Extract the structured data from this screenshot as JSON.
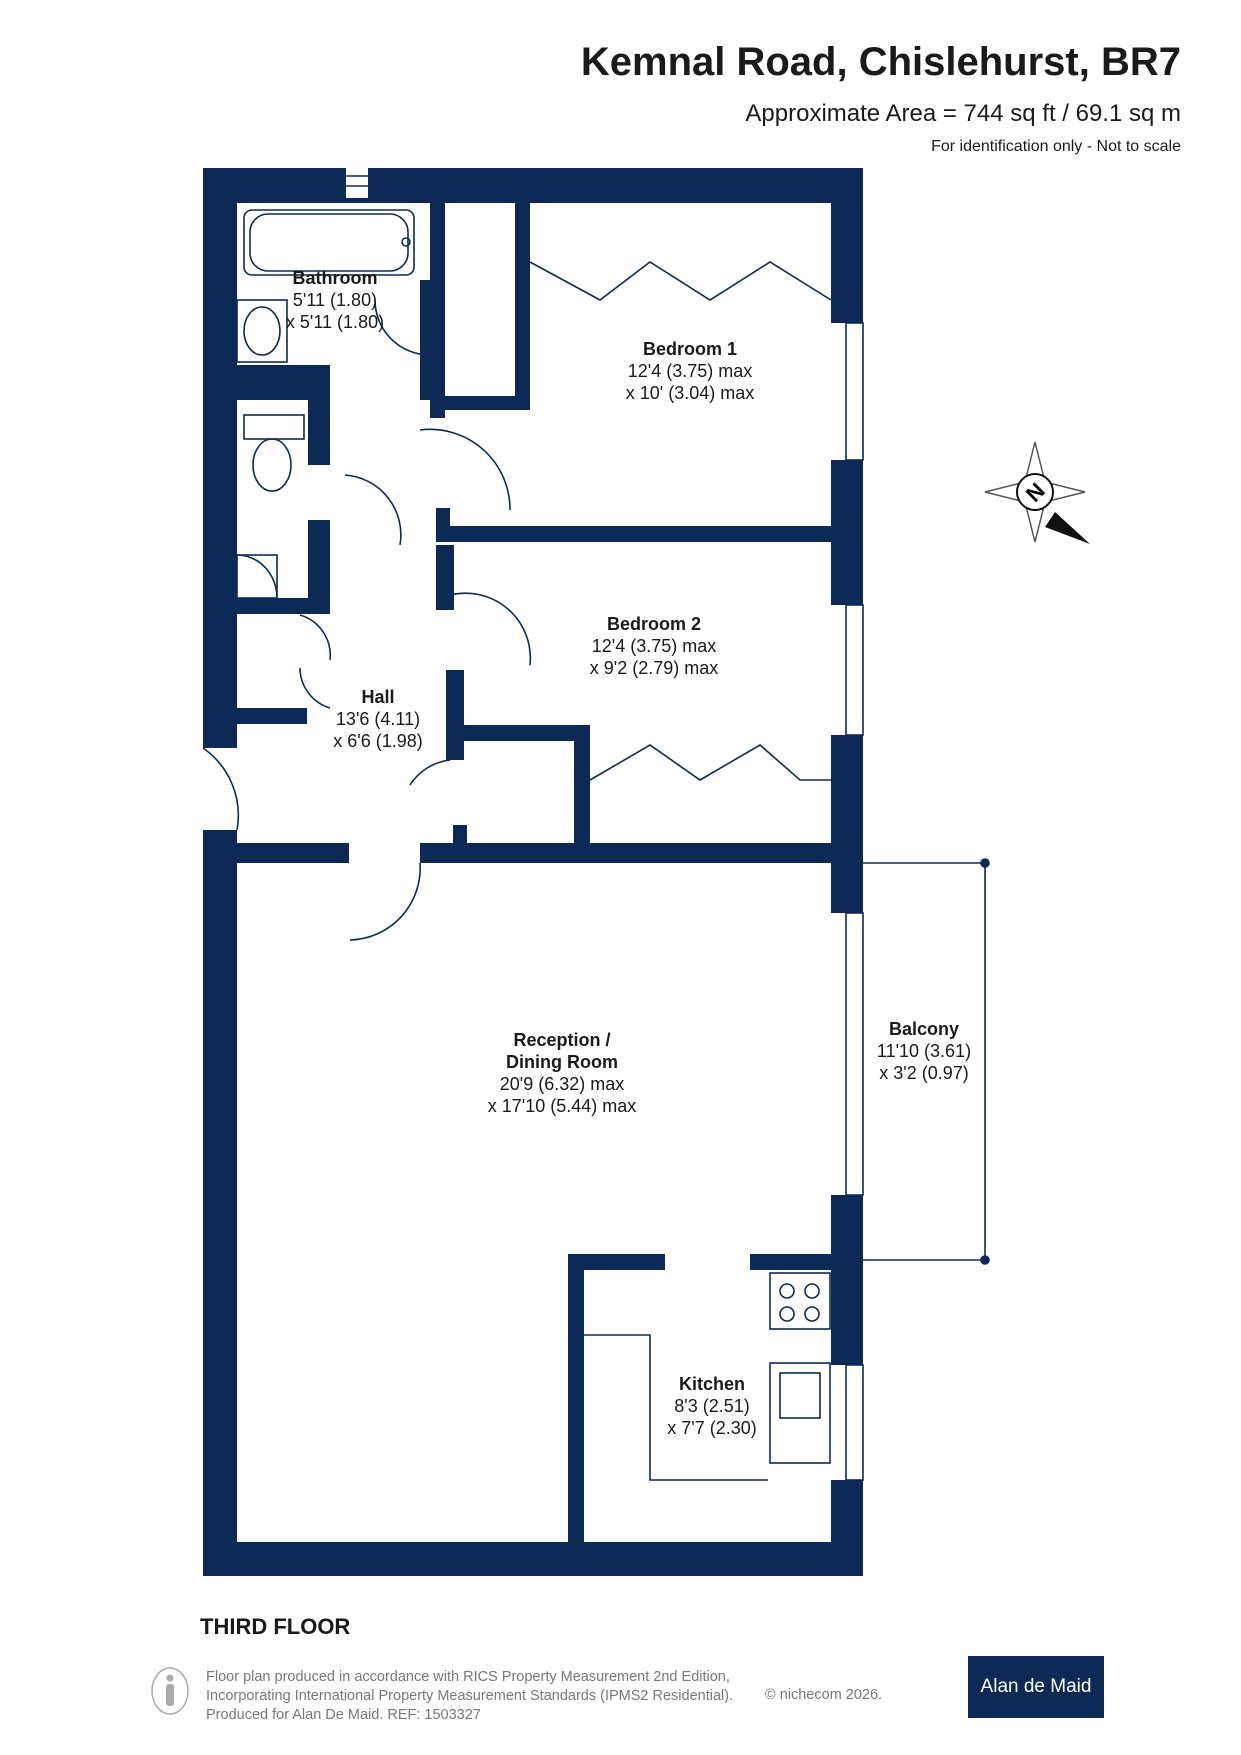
{
  "header": {
    "title": "Kemnal Road, Chislehurst, BR7",
    "area": "Approximate Area = 744 sq ft / 69.1 sq m",
    "note": "For identification only - Not to scale"
  },
  "rooms": {
    "bathroom": {
      "name": "Bathroom",
      "dim1": "5'11 (1.80)",
      "dim2": "x 5'11 (1.80)"
    },
    "bedroom1": {
      "name": "Bedroom 1",
      "dim1": "12'4 (3.75) max",
      "dim2": "x 10' (3.04) max"
    },
    "bedroom2": {
      "name": "Bedroom 2",
      "dim1": "12'4 (3.75) max",
      "dim2": "x 9'2 (2.79) max"
    },
    "hall": {
      "name": "Hall",
      "dim1": "13'6 (4.11)",
      "dim2": "x 6'6 (1.98)"
    },
    "reception": {
      "name1": "Reception /",
      "name2": "Dining Room",
      "dim1": "20'9 (6.32) max",
      "dim2": "x 17'10 (5.44) max"
    },
    "balcony": {
      "name": "Balcony",
      "dim1": "11'10 (3.61)",
      "dim2": "x 3'2 (0.97)"
    },
    "kitchen": {
      "name": "Kitchen",
      "dim1": "8'3 (2.51)",
      "dim2": "x 7'7 (2.30)"
    }
  },
  "compass": {
    "letter": "N"
  },
  "floor_label": "THIRD FLOOR",
  "footer": {
    "line1": "Floor plan produced in accordance with RICS Property Measurement 2nd Edition,",
    "line2": "Incorporating International Property Measurement Standards (IPMS2 Residential).",
    "line3": "Produced for Alan De Maid.   REF: 1503327",
    "credit": "© nichecom 2026."
  },
  "brand": {
    "name": "Alan de Maid"
  },
  "colors": {
    "wall": "#0c2a55",
    "text": "#1a1a1a",
    "footer_text": "#777777"
  }
}
